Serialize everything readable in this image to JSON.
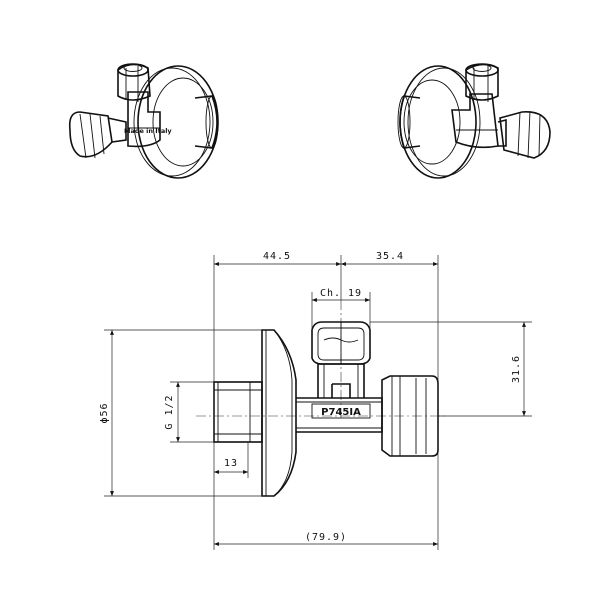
{
  "views": {
    "left_view": {
      "text": "Made in Italy"
    },
    "right_view": {}
  },
  "drawing": {
    "part_code": "P745IA",
    "dimensions": {
      "top_left": "44.5",
      "top_right": "35.4",
      "wrench": "Ch. 19",
      "right_height": "31.6",
      "diameter": "ϕ56",
      "thread": "G 1/2",
      "thread_length": "13",
      "overall": "(79.9)"
    }
  }
}
